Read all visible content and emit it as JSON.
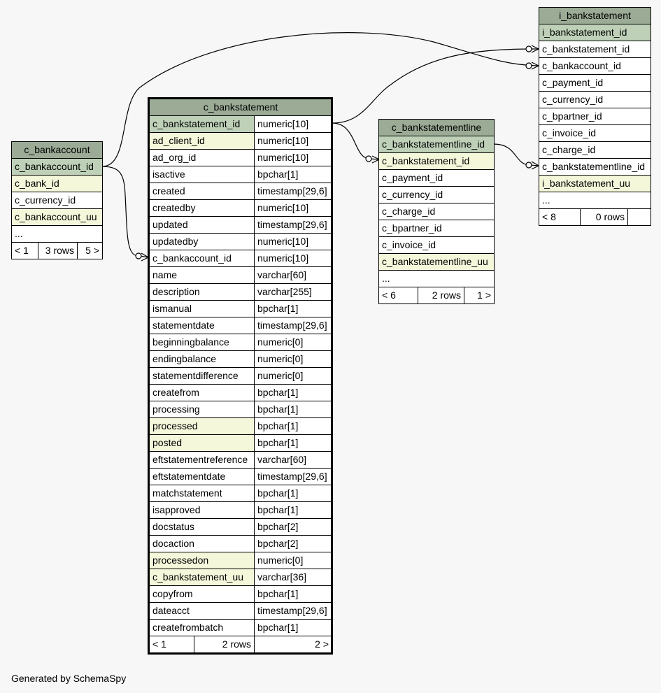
{
  "footer_text": "Generated by SchemaSpy",
  "c_bankaccount": {
    "title": "c_bankaccount",
    "columns": [
      {
        "name": "c_bankaccount_id",
        "kind": "pk"
      },
      {
        "name": "c_bank_id",
        "kind": "idx"
      },
      {
        "name": "c_currency_id",
        "kind": "plain"
      },
      {
        "name": "c_bankaccount_uu",
        "kind": "idx"
      },
      {
        "name": "...",
        "kind": "plain"
      }
    ],
    "footer": {
      "left": "< 1",
      "mid": "3 rows",
      "right": "5 >"
    }
  },
  "c_bankstatement": {
    "title": "c_bankstatement",
    "columns": [
      {
        "name": "c_bankstatement_id",
        "type": "numeric[10]",
        "kind": "pk"
      },
      {
        "name": "ad_client_id",
        "type": "numeric[10]",
        "kind": "idx"
      },
      {
        "name": "ad_org_id",
        "type": "numeric[10]",
        "kind": "plain"
      },
      {
        "name": "isactive",
        "type": "bpchar[1]",
        "kind": "plain"
      },
      {
        "name": "created",
        "type": "timestamp[29,6]",
        "kind": "plain"
      },
      {
        "name": "createdby",
        "type": "numeric[10]",
        "kind": "plain"
      },
      {
        "name": "updated",
        "type": "timestamp[29,6]",
        "kind": "plain"
      },
      {
        "name": "updatedby",
        "type": "numeric[10]",
        "kind": "plain"
      },
      {
        "name": "c_bankaccount_id",
        "type": "numeric[10]",
        "kind": "plain"
      },
      {
        "name": "name",
        "type": "varchar[60]",
        "kind": "plain"
      },
      {
        "name": "description",
        "type": "varchar[255]",
        "kind": "plain"
      },
      {
        "name": "ismanual",
        "type": "bpchar[1]",
        "kind": "plain"
      },
      {
        "name": "statementdate",
        "type": "timestamp[29,6]",
        "kind": "plain"
      },
      {
        "name": "beginningbalance",
        "type": "numeric[0]",
        "kind": "plain"
      },
      {
        "name": "endingbalance",
        "type": "numeric[0]",
        "kind": "plain"
      },
      {
        "name": "statementdifference",
        "type": "numeric[0]",
        "kind": "plain"
      },
      {
        "name": "createfrom",
        "type": "bpchar[1]",
        "kind": "plain"
      },
      {
        "name": "processing",
        "type": "bpchar[1]",
        "kind": "plain"
      },
      {
        "name": "processed",
        "type": "bpchar[1]",
        "kind": "idx"
      },
      {
        "name": "posted",
        "type": "bpchar[1]",
        "kind": "idx"
      },
      {
        "name": "eftstatementreference",
        "type": "varchar[60]",
        "kind": "plain"
      },
      {
        "name": "eftstatementdate",
        "type": "timestamp[29,6]",
        "kind": "plain"
      },
      {
        "name": "matchstatement",
        "type": "bpchar[1]",
        "kind": "plain"
      },
      {
        "name": "isapproved",
        "type": "bpchar[1]",
        "kind": "plain"
      },
      {
        "name": "docstatus",
        "type": "bpchar[2]",
        "kind": "plain"
      },
      {
        "name": "docaction",
        "type": "bpchar[2]",
        "kind": "plain"
      },
      {
        "name": "processedon",
        "type": "numeric[0]",
        "kind": "idx"
      },
      {
        "name": "c_bankstatement_uu",
        "type": "varchar[36]",
        "kind": "idx"
      },
      {
        "name": "copyfrom",
        "type": "bpchar[1]",
        "kind": "plain"
      },
      {
        "name": "dateacct",
        "type": "timestamp[29,6]",
        "kind": "plain"
      },
      {
        "name": "createfrombatch",
        "type": "bpchar[1]",
        "kind": "plain"
      }
    ],
    "footer": {
      "left": "< 1",
      "mid": "2 rows",
      "right": "2 >"
    }
  },
  "c_bankstatementline": {
    "title": "c_bankstatementline",
    "columns": [
      {
        "name": "c_bankstatementline_id",
        "kind": "pk"
      },
      {
        "name": "c_bankstatement_id",
        "kind": "idx"
      },
      {
        "name": "c_payment_id",
        "kind": "plain"
      },
      {
        "name": "c_currency_id",
        "kind": "plain"
      },
      {
        "name": "c_charge_id",
        "kind": "plain"
      },
      {
        "name": "c_bpartner_id",
        "kind": "plain"
      },
      {
        "name": "c_invoice_id",
        "kind": "plain"
      },
      {
        "name": "c_bankstatementline_uu",
        "kind": "idx"
      },
      {
        "name": "...",
        "kind": "plain"
      }
    ],
    "footer": {
      "left": "< 6",
      "mid": "2 rows",
      "right": "1 >"
    }
  },
  "i_bankstatement": {
    "title": "i_bankstatement",
    "columns": [
      {
        "name": "i_bankstatement_id",
        "kind": "pk"
      },
      {
        "name": "c_bankstatement_id",
        "kind": "plain"
      },
      {
        "name": "c_bankaccount_id",
        "kind": "plain"
      },
      {
        "name": "c_payment_id",
        "kind": "plain"
      },
      {
        "name": "c_currency_id",
        "kind": "plain"
      },
      {
        "name": "c_bpartner_id",
        "kind": "plain"
      },
      {
        "name": "c_invoice_id",
        "kind": "plain"
      },
      {
        "name": "c_charge_id",
        "kind": "plain"
      },
      {
        "name": "c_bankstatementline_id",
        "kind": "plain"
      },
      {
        "name": "i_bankstatement_uu",
        "kind": "idx"
      },
      {
        "name": "...",
        "kind": "plain"
      }
    ],
    "footer": {
      "left": "< 8",
      "mid": "0 rows",
      "right": ""
    }
  },
  "colors": {
    "header": "#9bab96",
    "primary_key": "#bed1b8",
    "indexed": "#f4f7da",
    "background": "#f7f7f7"
  }
}
